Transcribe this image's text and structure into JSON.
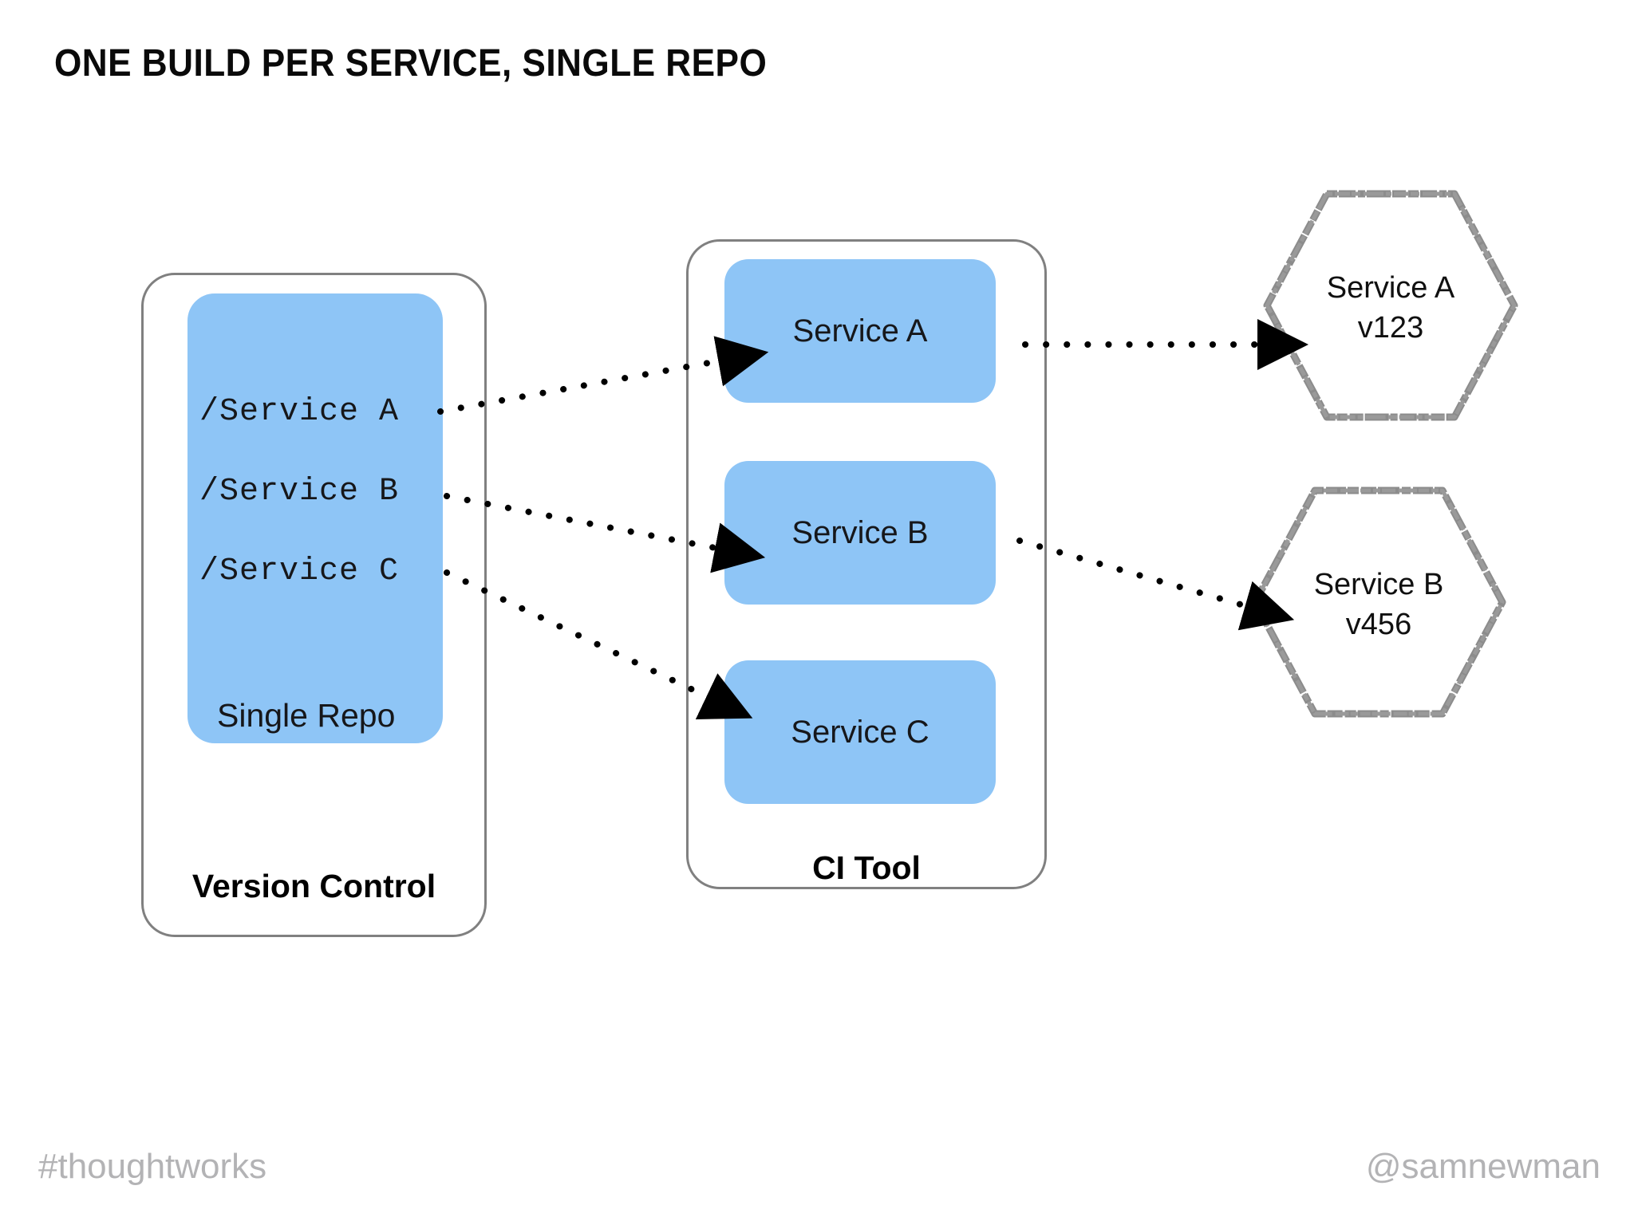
{
  "slide": {
    "title": "ONE BUILD PER SERVICE, SINGLE REPO",
    "background_color": "#ffffff"
  },
  "colors": {
    "panel_blue": "#8EC5F6",
    "outline_gray": "#808080",
    "hexagon_gray": "#8c8c8c",
    "footer_gray": "#b3b3b5",
    "text_dark": "#16171a"
  },
  "version_control": {
    "label": "Version Control",
    "repo": {
      "caption": "Single Repo",
      "entries": [
        {
          "path": "/Service A"
        },
        {
          "path": "/Service B"
        },
        {
          "path": "/Service C"
        }
      ]
    }
  },
  "ci_tool": {
    "label": "CI Tool",
    "builds": [
      {
        "name": "Service A"
      },
      {
        "name": "Service B"
      },
      {
        "name": "Service C"
      }
    ]
  },
  "artifacts": [
    {
      "name": "Service A",
      "version": "v123",
      "shape": "hexagon"
    },
    {
      "name": "Service B",
      "version": "v456",
      "shape": "hexagon"
    }
  ],
  "connections": [
    {
      "from": "/Service A",
      "to": "Service A build",
      "style": "dotted-arrow"
    },
    {
      "from": "/Service B",
      "to": "Service B build",
      "style": "dotted-arrow"
    },
    {
      "from": "/Service C",
      "to": "Service C build",
      "style": "dotted-arrow"
    },
    {
      "from": "Service A build",
      "to": "Service A v123",
      "style": "dotted-arrow"
    },
    {
      "from": "Service B build",
      "to": "Service B v456",
      "style": "dotted-arrow"
    }
  ],
  "footer": {
    "left": "#thoughtworks",
    "right": "@samnewman"
  }
}
